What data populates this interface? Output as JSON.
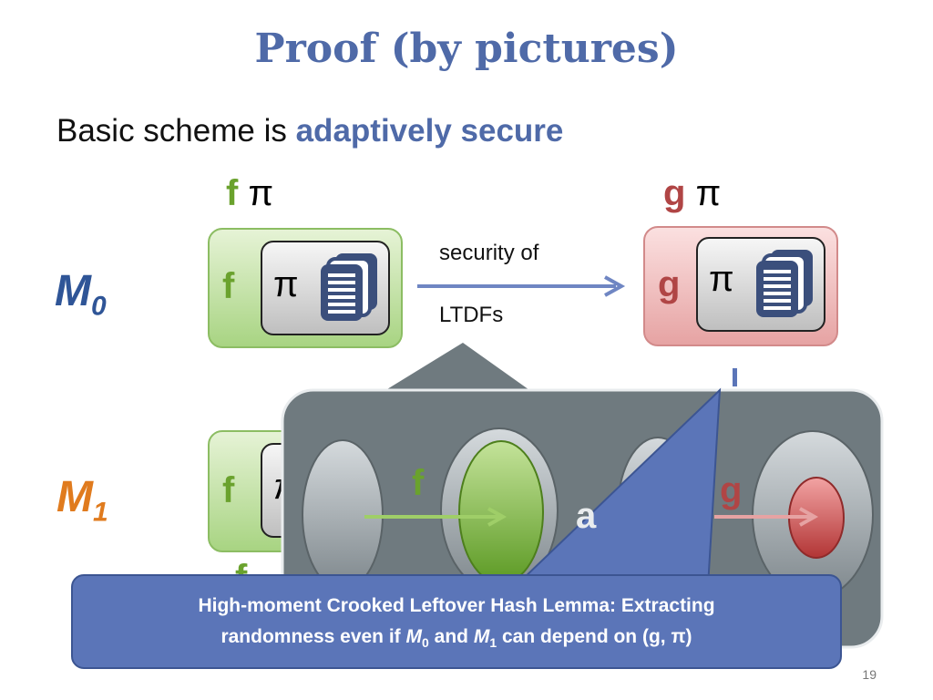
{
  "slide": {
    "title": "Proof (by pictures)",
    "subtitle_plain": "Basic scheme is ",
    "subtitle_highlight": "adaptively secure",
    "page_number": "19"
  },
  "diagram": {
    "top_left_f": "f",
    "top_left_pi": "π",
    "top_right_g": "g",
    "top_right_pi": "π",
    "m0_letter": "M",
    "m0_sub": "0",
    "m1_letter": "M",
    "m1_sub": "1",
    "box_f": "f",
    "box_g": "g",
    "box_pi": "π",
    "arrow_label_1": "security of",
    "arrow_label_2": "LTDFs",
    "row2_f": "f",
    "row2_pi": "π",
    "row3_f": "f"
  },
  "overlay": {
    "label_f": "f",
    "label_g": "g",
    "label_partial": "a"
  },
  "callout": {
    "line1": "High-moment Crooked Leftover Hash Lemma: Extracting",
    "line2_pre": "randomness even if ",
    "m0": "M",
    "m0_sub": "0",
    "and": " and ",
    "m1": "M",
    "m1_sub": "1",
    "line2_post": " can depend on (g, π)"
  },
  "colors": {
    "title": "#4f6aa8",
    "green": "#6aa22d",
    "red": "#b04545",
    "m0": "#2f5597",
    "m1": "#e07b1e",
    "callout_bg": "#5b75b8",
    "overlay_bg": "#6f7a7f"
  }
}
